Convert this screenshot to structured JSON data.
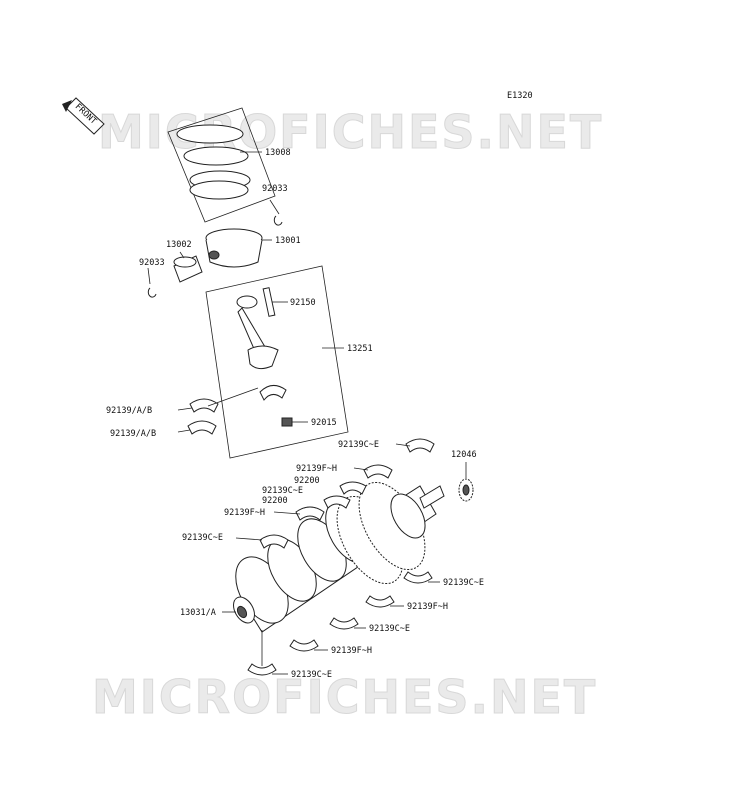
{
  "diagram": {
    "code": "E1320",
    "front_label": "FRONT",
    "watermark": "MICROFICHES.NET"
  },
  "labels": {
    "l13008": "13008",
    "l92033a": "92033",
    "l13001": "13001",
    "l13002": "13002",
    "l92033b": "92033",
    "l92150": "92150",
    "l13251": "13251",
    "l92139ab1": "92139/A/B",
    "l92139ab2": "92139/A/B",
    "l92015": "92015",
    "l92139ce1": "92139C~E",
    "l12046": "12046",
    "l92139fh1": "92139F~H",
    "l92200a": "92200",
    "l92139ce2": "92139C~E",
    "l92200b": "92200",
    "l92139fh2": "92139F~H",
    "l92139ce3": "92139C~E",
    "l92139ce4": "92139C~E",
    "l13031": "13031/A",
    "l92139fh3": "92139F~H",
    "l92139ce5": "92139C~E",
    "l92139fh4": "92139F~H",
    "l92139ce6": "92139C~E"
  }
}
